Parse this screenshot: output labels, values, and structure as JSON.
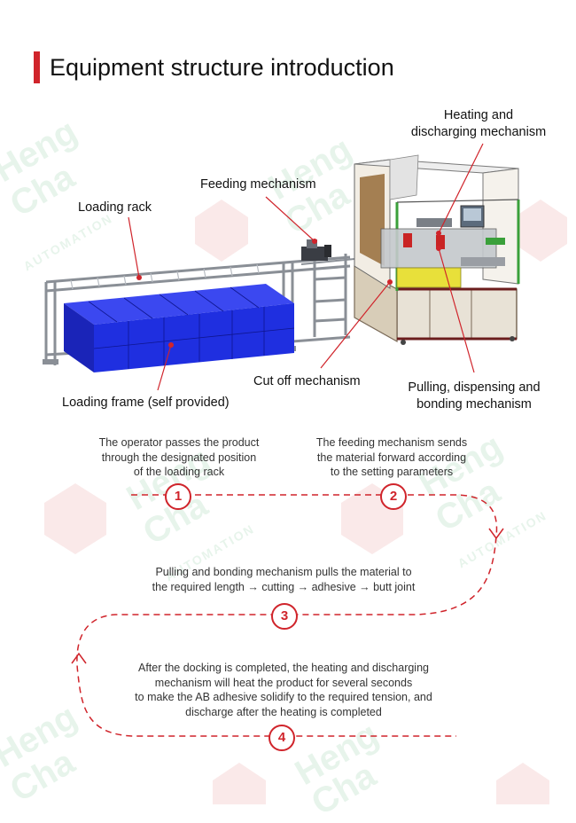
{
  "page": {
    "title": "Equipment structure introduction"
  },
  "watermark": {
    "brand_line1": "Heng",
    "brand_line2": "Cha",
    "brand_sub": "AUTOMATION"
  },
  "callouts": {
    "heating": [
      "Heating and",
      "discharging mechanism"
    ],
    "feeding": "Feeding mechanism",
    "loading_rack": "Loading rack",
    "loading_frame": "Loading frame (self provided)",
    "cut_off": "Cut off mechanism",
    "pulling": [
      "Pulling, dispensing and",
      "bonding mechanism"
    ]
  },
  "steps": [
    {
      "number": "1",
      "lines": [
        "The operator passes the product",
        "through the designated position",
        "of the loading rack"
      ]
    },
    {
      "number": "2",
      "lines": [
        "The feeding mechanism sends",
        "the material forward according",
        "to the setting parameters"
      ]
    },
    {
      "number": "3",
      "lines": [
        "Pulling and bonding mechanism pulls the material to",
        "the required length → cutting → adhesive → butt joint"
      ]
    },
    {
      "number": "4",
      "lines": [
        "After the docking is completed, the heating and discharging",
        "mechanism will heat the product for several seconds",
        "to make the AB adhesive solidify to the required tension, and",
        "discharge after the heating is completed"
      ]
    }
  ],
  "colors": {
    "accent": "#d0242b",
    "frame_blue": "#1f2fe0",
    "watermark_green": "#2c9e52"
  }
}
